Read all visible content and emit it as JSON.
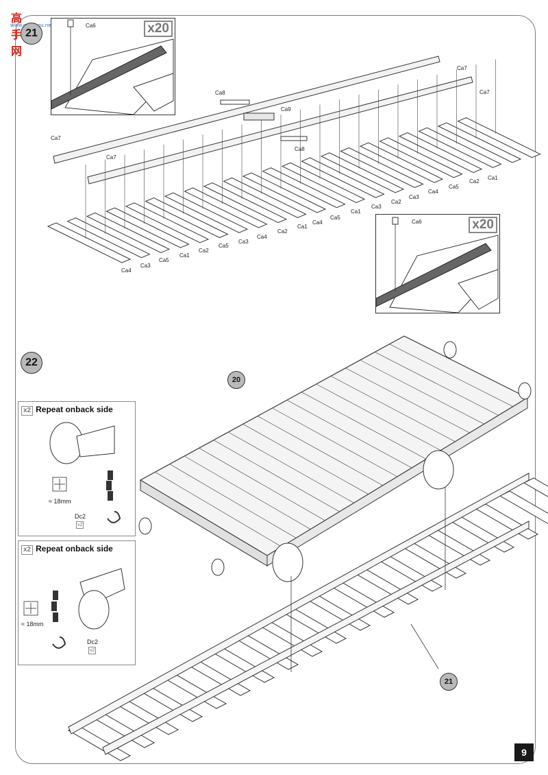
{
  "watermark": {
    "title": "高手网",
    "url": "www.gaoshou.net"
  },
  "steps": {
    "step21": "21",
    "step22": "22"
  },
  "inset": {
    "multiplier": "x20",
    "part": "Ca6"
  },
  "step21_labels": {
    "ca7": "Ca7",
    "ca8": "Ca8",
    "ca9": "Ca9",
    "ca1": "Ca1",
    "ca2": "Ca2",
    "ca3": "Ca3",
    "ca4": "Ca4",
    "ca5": "Ca5"
  },
  "step22": {
    "callout_wagon": "20",
    "callout_track": "21",
    "panel_top": {
      "multiplier": "x2",
      "title": "Repeat onback side",
      "measure": "≈ 18mm",
      "part": "Dc2",
      "part_qty": "x2"
    },
    "panel_bottom": {
      "multiplier": "x2",
      "title": "Repeat onback side",
      "measure": "≈ 18mm",
      "part": "Dc2",
      "part_qty": "x2"
    }
  },
  "page_number": "9",
  "colors": {
    "rail": "#555555",
    "sleeper": "#ffffff",
    "callout": "#b9b9b9",
    "page_badge": "#1a1a1a"
  }
}
